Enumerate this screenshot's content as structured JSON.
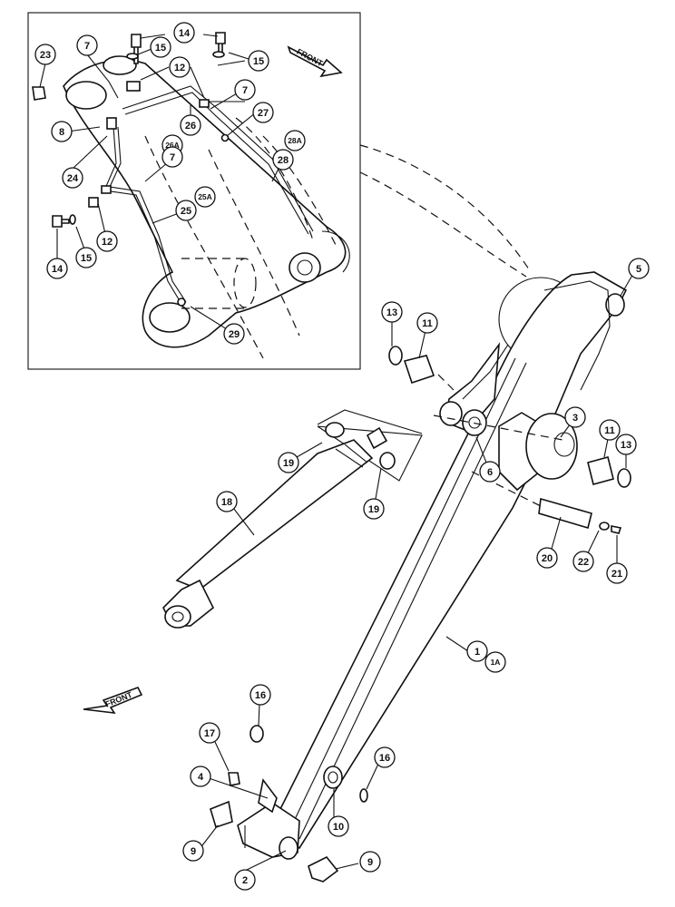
{
  "callouts": {
    "c1": "1",
    "c1a": "1A",
    "c2": "2",
    "c3": "3",
    "c4": "4",
    "c5": "5",
    "c6": "6",
    "c7a": "7",
    "c7b": "7",
    "c7c": "7",
    "c8": "8",
    "c9a": "9",
    "c9b": "9",
    "c10": "10",
    "c11a": "11",
    "c11b": "11",
    "c12a": "12",
    "c12b": "12",
    "c13a": "13",
    "c13b": "13",
    "c14a": "14",
    "c14b": "14",
    "c15a": "15",
    "c15b": "15",
    "c15c": "15",
    "c16a": "16",
    "c16b": "16",
    "c17": "17",
    "c18": "18",
    "c19a": "19",
    "c19b": "19",
    "c20": "20",
    "c21": "21",
    "c22": "22",
    "c23": "23",
    "c24": "24",
    "c25": "25",
    "c25a": "25A",
    "c26": "26",
    "c26a": "26A",
    "c27": "27",
    "c28": "28",
    "c28a": "28A",
    "c29": "29"
  },
  "arrows": {
    "front_top": "FRONT",
    "front_bottom": "FRONT"
  }
}
